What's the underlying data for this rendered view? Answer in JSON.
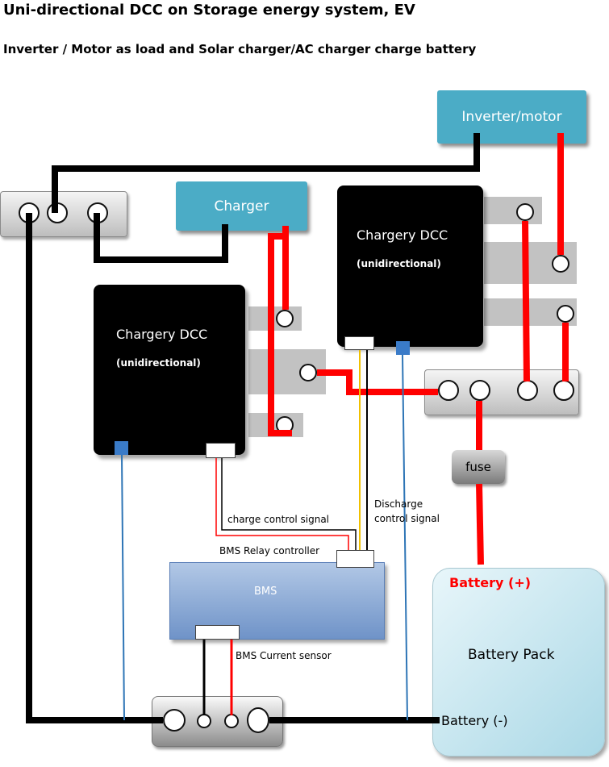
{
  "title": "Uni-directional DCC on Storage energy system, EV",
  "subtitle": "Inverter / Motor as load and Solar charger/AC charger charge  battery",
  "components": {
    "inverter": "Inverter/motor",
    "charger": "Charger",
    "dcc_top": {
      "name": "Chargery DCC",
      "sub": "(unidirectional)"
    },
    "dcc_left": {
      "name": "Chargery DCC",
      "sub": "(unidirectional)"
    },
    "fuse": "fuse",
    "bms": "BMS",
    "battery_pack": "Battery Pack"
  },
  "labels": {
    "battery_pos": "Battery (+)",
    "battery_neg": "Battery (-)",
    "charge_signal": "charge control signal",
    "discharge_signal_line1": "Discharge",
    "discharge_signal_line2": "control signal",
    "bms_relay": "BMS Relay controller",
    "bms_sensor": "BMS Current sensor"
  },
  "colors": {
    "positive_wire": "#ff0000",
    "negative_wire": "#000000",
    "signal_wire": "#2e75b6",
    "component_blue": "#4bacc6",
    "battery_pos_text": "#ff0000"
  }
}
